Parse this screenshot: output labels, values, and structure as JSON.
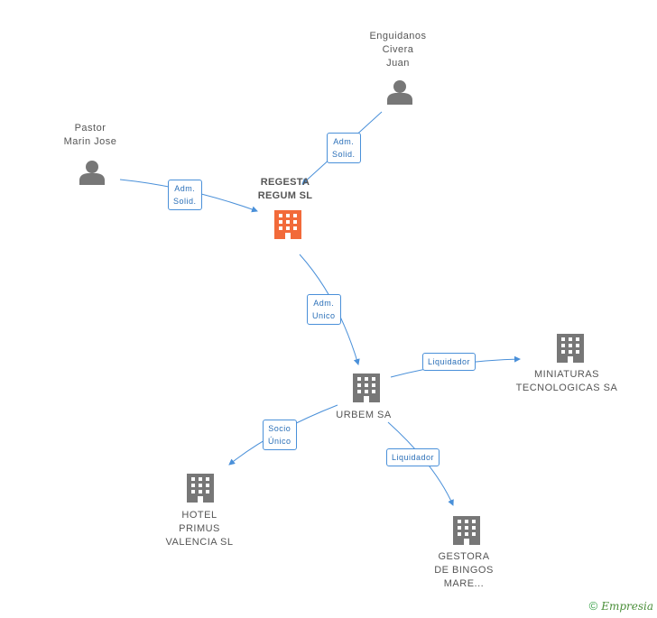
{
  "nodes": {
    "enguidanos": {
      "label": "Enguidanos\nCivera\nJuan",
      "kind": "person"
    },
    "pastor": {
      "label": "Pastor\nMarin Jose",
      "kind": "person"
    },
    "regesta": {
      "label": "REGESTA\nREGUM SL",
      "kind": "company-main"
    },
    "urbem": {
      "label": "URBEM SA",
      "kind": "company"
    },
    "miniaturas": {
      "label": "MINIATURAS\nTECNOLOGICAS SA",
      "kind": "company"
    },
    "hotel": {
      "label": "HOTEL\nPRIMUS\nVALENCIA SL",
      "kind": "company"
    },
    "gestora": {
      "label": "GESTORA\nDE BINGOS\nMARE...",
      "kind": "company"
    }
  },
  "edges": {
    "enguidanos_regesta": "Adm.\nSolid.",
    "pastor_regesta": "Adm.\nSolid.",
    "regesta_urbem": "Adm.\nUnico",
    "urbem_miniaturas": "Liquidador",
    "urbem_hotel": "Socio\nÚnico",
    "urbem_gestora": "Liquidador"
  },
  "footer": {
    "copyright": "©",
    "brand": "Empresia"
  },
  "colors": {
    "edge": "#4a90d9",
    "person_icon": "#777777",
    "company_icon": "#777777",
    "main_company_icon": "#f26a3a"
  },
  "icons": {
    "person": "person-icon",
    "company": "building-icon"
  }
}
